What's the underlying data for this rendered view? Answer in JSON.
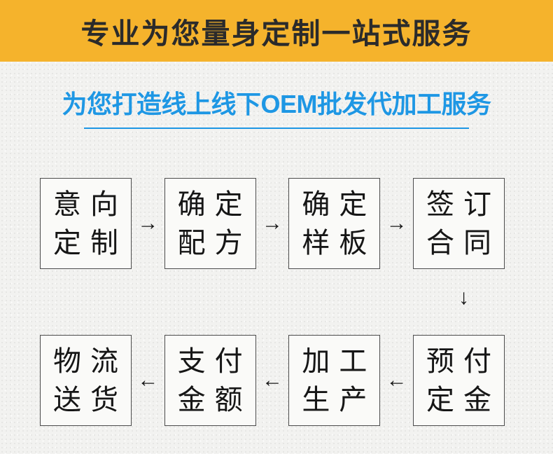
{
  "banner": {
    "title": "专业为您量身定制一站式服务"
  },
  "subtitle": {
    "text": "为您打造线上线下OEM批发代加工服务"
  },
  "flow": {
    "arrow_right": "→",
    "arrow_left": "←",
    "arrow_down": "↓",
    "row1": [
      {
        "label": "意向定制",
        "line1": "意向",
        "line2": "定制"
      },
      {
        "label": "确定配方",
        "line1": "确定",
        "line2": "配方"
      },
      {
        "label": "确定样板",
        "line1": "确定",
        "line2": "样板"
      },
      {
        "label": "签订合同",
        "line1": "签订",
        "line2": "合同"
      }
    ],
    "row2": [
      {
        "label": "物流送货",
        "line1": "物流",
        "line2": "送货"
      },
      {
        "label": "支付金额",
        "line1": "支付",
        "line2": "金额"
      },
      {
        "label": "加工生产",
        "line1": "加工",
        "line2": "生产"
      },
      {
        "label": "预付定金",
        "line1": "预付",
        "line2": "定金"
      }
    ]
  },
  "colors": {
    "page_bg": "#F2F2F0",
    "banner_bg": "#F5B32C",
    "banner_text": "#2B2B2B",
    "accent_blue": "#1E97E4",
    "box_border": "#4C4C4C",
    "box_bg": "#FAFAF8",
    "text_dark": "#161616"
  }
}
